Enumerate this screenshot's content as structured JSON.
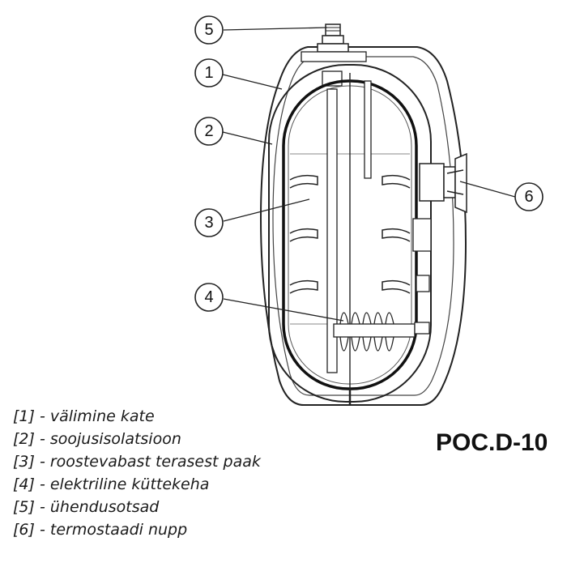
{
  "callouts": [
    "1",
    "2",
    "3",
    "4",
    "5",
    "6"
  ],
  "legend": [
    {
      "num": "[1]",
      "text": "- välimine kate"
    },
    {
      "num": "[2]",
      "text": "- soojusisolatsioon"
    },
    {
      "num": "[3]",
      "text": "- roostevabast terasest paak"
    },
    {
      "num": "[4]",
      "text": "- elektriline küttekeha"
    },
    {
      "num": "[5]",
      "text": "- ühendusotsad"
    },
    {
      "num": "[6]",
      "text": "- termostaadi nupp"
    }
  ],
  "diagram_code": "POC.D-10"
}
